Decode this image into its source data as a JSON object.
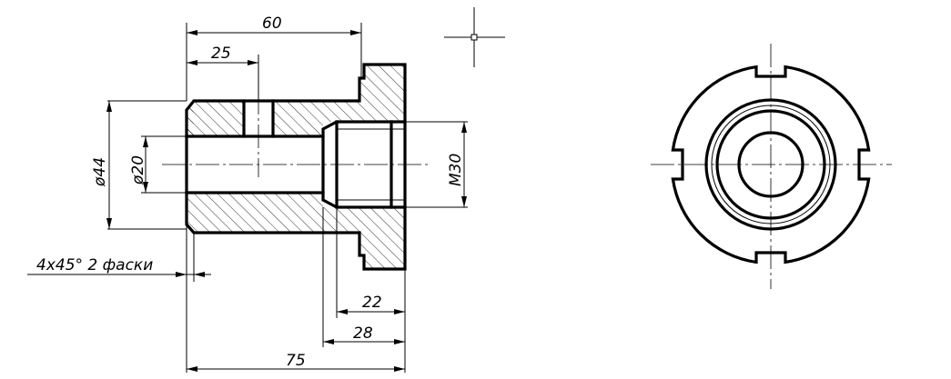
{
  "dimensions": {
    "overall_length": "75",
    "flange_offset": "60",
    "slot_distance": "25",
    "outer_diameter": "ø44",
    "bore_diameter": "ø20",
    "thread": "M30",
    "thread_depth": "22",
    "counterbore_depth": "28"
  },
  "notes": {
    "chamfer": "4x45° 2 фаски"
  }
}
